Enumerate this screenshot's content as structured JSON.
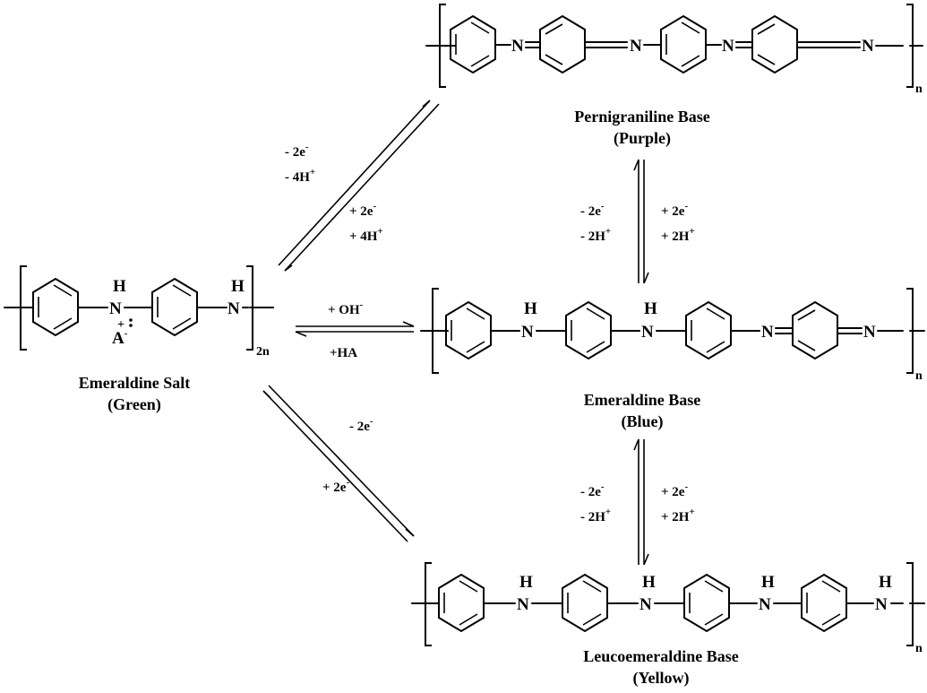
{
  "compounds": {
    "pernigraniline": {
      "name": "Pernigraniline Base",
      "color": "(Purple)",
      "subscript": "n"
    },
    "emeraldine_salt": {
      "name": "Emeraldine Salt",
      "color": "(Green)",
      "subscript": "2n",
      "counterion": "A",
      "counterion_charge": "-",
      "nitrogen_charge": "+"
    },
    "emeraldine_base": {
      "name": "Emeraldine Base",
      "color": "(Blue)",
      "subscript": "n"
    },
    "leucoemeraldine": {
      "name": "Leucoemeraldine Base",
      "color": "(Yellow)",
      "subscript": "n"
    }
  },
  "atoms": {
    "nitrogen": "N",
    "hydrogen": "H"
  },
  "conditions": {
    "salt_to_pernigraniline": {
      "electrons": "- 2e",
      "electrons_sup": "-",
      "protons": "- 4H",
      "protons_sup": "+"
    },
    "pernigraniline_to_salt": {
      "electrons": "+ 2e",
      "electrons_sup": "-",
      "protons": "+ 4H",
      "protons_sup": "+"
    },
    "base_to_pernigraniline": {
      "electrons": "- 2e",
      "electrons_sup": "-",
      "protons": "- 2H",
      "protons_sup": "+"
    },
    "pernigraniline_to_base": {
      "electrons": "+ 2e",
      "electrons_sup": "-",
      "protons": "+ 2H",
      "protons_sup": "+"
    },
    "salt_to_base": {
      "reagent": "+ OH",
      "reagent_sup": "-"
    },
    "base_to_salt": {
      "reagent": "+HA"
    },
    "salt_to_leuco": {
      "electrons": "+ 2e",
      "electrons_sup": "-"
    },
    "leuco_to_salt": {
      "electrons": "- 2e",
      "electrons_sup": "-"
    },
    "leuco_to_base": {
      "electrons": "- 2e",
      "electrons_sup": "-",
      "protons": "- 2H",
      "protons_sup": "+"
    },
    "base_to_leuco": {
      "electrons": "+ 2e",
      "electrons_sup": "-",
      "protons": "+ 2H",
      "protons_sup": "+"
    }
  }
}
